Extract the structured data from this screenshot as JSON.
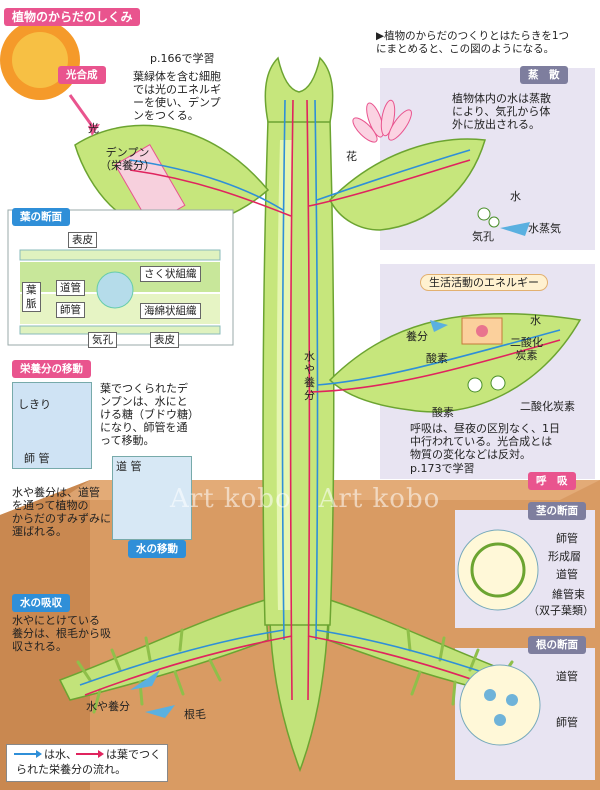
{
  "title": "植物のからだのしくみ",
  "intro": "▶植物のからだのつくりとはたらきを1つ\nにまとめると、この図のようになる。",
  "photosynthesis": {
    "tag": "光合成",
    "ref": "p.166で学習",
    "desc": "葉緑体を含む細胞\nでは光のエネルギ\nーを使い、デンプ\nンをつくる。",
    "light": "光",
    "starch": "デンプン\n（栄養分）"
  },
  "transpiration": {
    "tag": "蒸　散",
    "desc": "植物体内の水は蒸散\nにより、気孔から体\n外に放出される。",
    "flower": "花",
    "water": "水",
    "stoma": "気孔",
    "vapor": "水蒸気"
  },
  "leaf_section": {
    "tag": "葉の断面",
    "epidermis_top": "表皮",
    "vein": "葉\n脈",
    "xylem": "道管",
    "phloem": "師管",
    "palisade": "さく状組織",
    "spongy": "海綿状組織",
    "stoma": "気孔",
    "epidermis_bottom": "表皮"
  },
  "energy": {
    "header": "生活活動のエネルギー",
    "nutrient": "養分",
    "water": "水",
    "co2_a": "二酸化\n炭素",
    "oxygen_a": "酸素",
    "oxygen_b": "酸素",
    "co2_b": "二酸化炭素"
  },
  "respiration": {
    "tag": "呼　吸",
    "desc": "呼吸は、昼夜の区別なく、1日\n中行われている。光合成とは\n物質の変化などは反対。",
    "ref": "p.173で学習"
  },
  "nutrient_move": {
    "tag": "栄養分の移動",
    "desc": "葉でつくられたデ\nンプンは、水にと\nける糖（ブドウ糖）\nになり、師管を通\nって移動。",
    "sieve": "しきり",
    "phloem": "師 管"
  },
  "stem_label": "水\nや\n養\n分",
  "water_move": {
    "tag": "水の移動",
    "desc": "水や養分は、道管\nを通って植物の\nからだのすみずみに\n運ばれる。",
    "xylem": "道 管"
  },
  "stem_section": {
    "tag": "茎の断面",
    "phloem": "師管",
    "cambium": "形成層",
    "xylem": "道管",
    "bundle": "維管束",
    "dicot": "（双子葉類）"
  },
  "absorption": {
    "tag": "水の吸収",
    "desc": "水やにとけている\n養分は、根毛から吸\n収される。",
    "water_nutrient": "水や養分",
    "root_hair": "根毛"
  },
  "root_section": {
    "tag": "根の断面",
    "xylem": "道管",
    "phloem": "師管"
  },
  "legend": {
    "water_text": "は水、",
    "nutrient_text": "は葉でつく",
    "line2": "られた栄養分の流れ。"
  },
  "watermark": "Art kobo　Art kobo",
  "colors": {
    "stem": "#bfe070",
    "water": "#2f8fd8",
    "nutrient": "#e0245e",
    "soil": "#d9a070",
    "panel": "#e8e4f2"
  }
}
